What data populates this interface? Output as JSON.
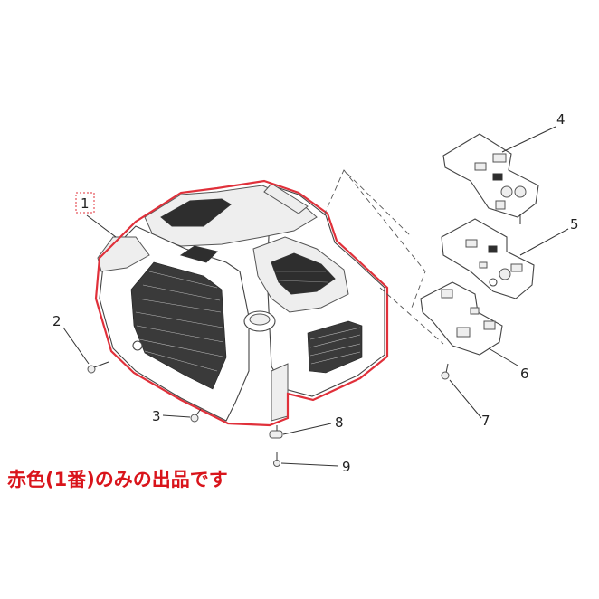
{
  "callouts": [
    "1",
    "2",
    "3",
    "4",
    "5",
    "6",
    "7",
    "8",
    "9"
  ],
  "caption": "赤色(1番)のみの出品です",
  "colors": {
    "highlight": "#e0303a",
    "caption": "#d9141b",
    "line": "#333333"
  }
}
